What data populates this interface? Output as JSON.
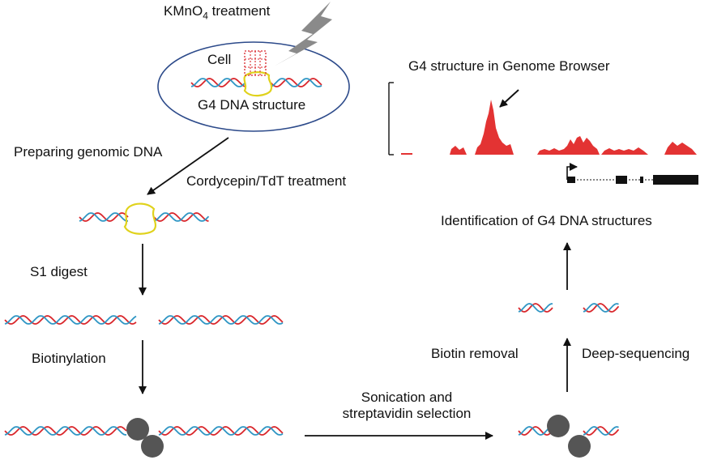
{
  "diagram": {
    "labels": {
      "kmno4_prefix": "KMnO",
      "kmno4_sub": "4",
      "kmno4_suffix": " treatment",
      "cell": "Cell",
      "g4_dna_structure": "G4 DNA structure",
      "preparing_genomic_dna": "Preparing genomic DNA",
      "cordycepin_tdt": "Cordycepin/TdT treatment",
      "s1_digest": "S1 digest",
      "biotinylation": "Biotinylation",
      "sonication": "Sonication and\nstreptavidin selection",
      "biotin_removal": "Biotin removal",
      "deep_sequencing": "Deep-sequencing",
      "identification": "Identification of G4 DNA structures",
      "genome_browser": "G4 structure in Genome Browser"
    },
    "colors": {
      "dna_strand_a": "#d9262b",
      "dna_strand_b": "#2f96c4",
      "g4_loop": "#e0d21c",
      "ellipse_border": "#2c4a8a",
      "bead": "#555555",
      "peak": "#e33333",
      "arrow": "#111111",
      "lightning": "#8a8a8a"
    }
  }
}
